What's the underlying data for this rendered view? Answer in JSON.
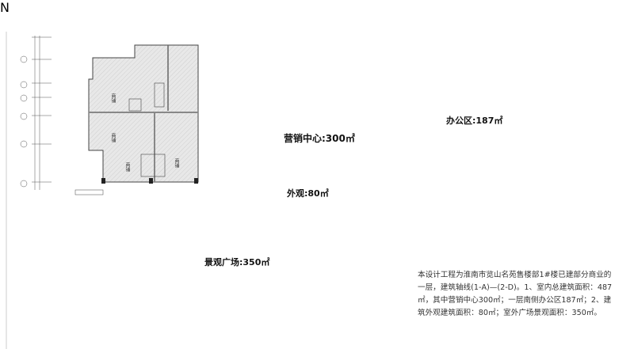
{
  "zones": {
    "sales_center": {
      "label": "营销中心:300㎡",
      "color": "#f7a21b"
    },
    "exterior": {
      "label": "外观:80㎡",
      "color": "#e86fd6"
    },
    "office": {
      "label": "办公区:187㎡",
      "color": "#1f6fe8"
    },
    "plaza": {
      "label": "景观广场:350㎡",
      "color": "#b6f01c"
    }
  },
  "shop_label": "商铺",
  "description": "本设计工程为淮南市览山名苑售楼部1#楼已建部分商业的一层，建筑轴线(1-A)—(2-D)。1、室内总建筑面积：487㎡，其中营销中心300㎡；一层南侧办公区187㎡；2、建筑外观建筑面积：80㎡；室外广场景观面积：350㎡。"
}
